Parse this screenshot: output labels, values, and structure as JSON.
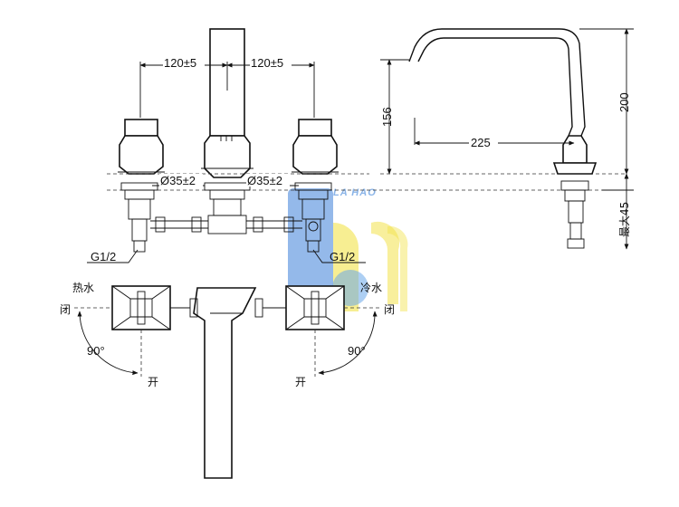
{
  "dimensions": {
    "spacing_left": "120±5",
    "spacing_right": "120±5",
    "hole_left": "Ø35±2",
    "hole_right": "Ø35±2",
    "spout_height": "156",
    "spout_reach": "225",
    "total_height": "200",
    "max_deck": "最大45"
  },
  "connections": {
    "left_thread": "G1/2",
    "right_thread": "G1/2"
  },
  "handles": {
    "hot_water": "热水",
    "cold_water": "冷水",
    "closed_left": "闭",
    "closed_right": "闭",
    "angle_left": "90°",
    "angle_right": "90°",
    "open_left": "开",
    "open_right": "开"
  },
  "watermark": {
    "text": "LA HAO",
    "colors": {
      "blue": "#3d7fd9",
      "yellow": "#f2e24a"
    }
  }
}
